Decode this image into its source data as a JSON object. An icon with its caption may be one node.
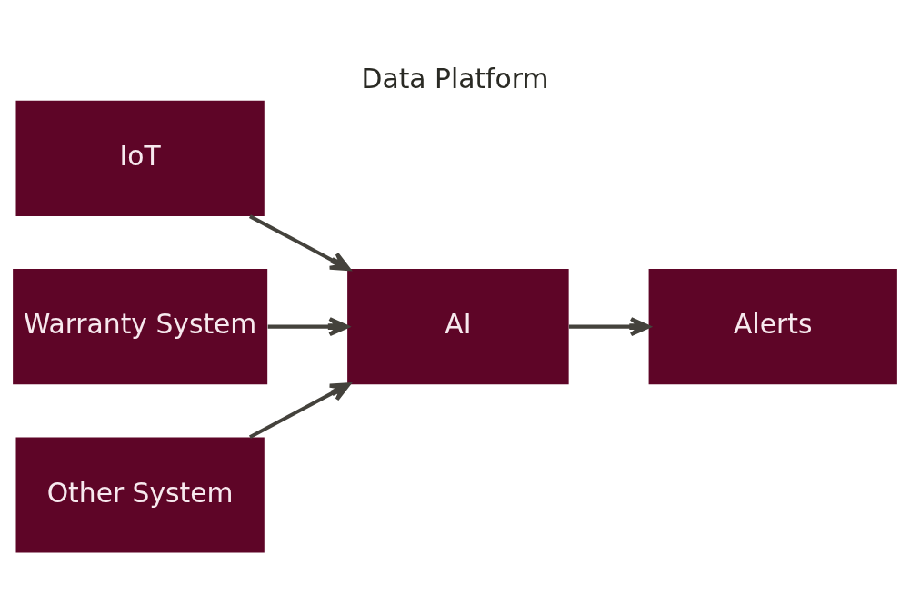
{
  "diagram": {
    "title": "Data Platform",
    "nodes": [
      {
        "text": [
          "IoT"
        ]
      },
      {
        "text": [
          "Warranty System"
        ]
      },
      {
        "text": [
          "Other System"
        ]
      },
      {
        "text": [
          "AI"
        ]
      },
      {
        "text": [
          "Alerts"
        ]
      }
    ],
    "edges": [
      {
        "from": 0,
        "to": 3,
        "arrow": "to"
      },
      {
        "from": 1,
        "to": 3,
        "arrow": "to"
      },
      {
        "from": 2,
        "to": 3,
        "arrow": "to"
      },
      {
        "from": 3,
        "to": 4,
        "arrow": "to"
      }
    ]
  }
}
